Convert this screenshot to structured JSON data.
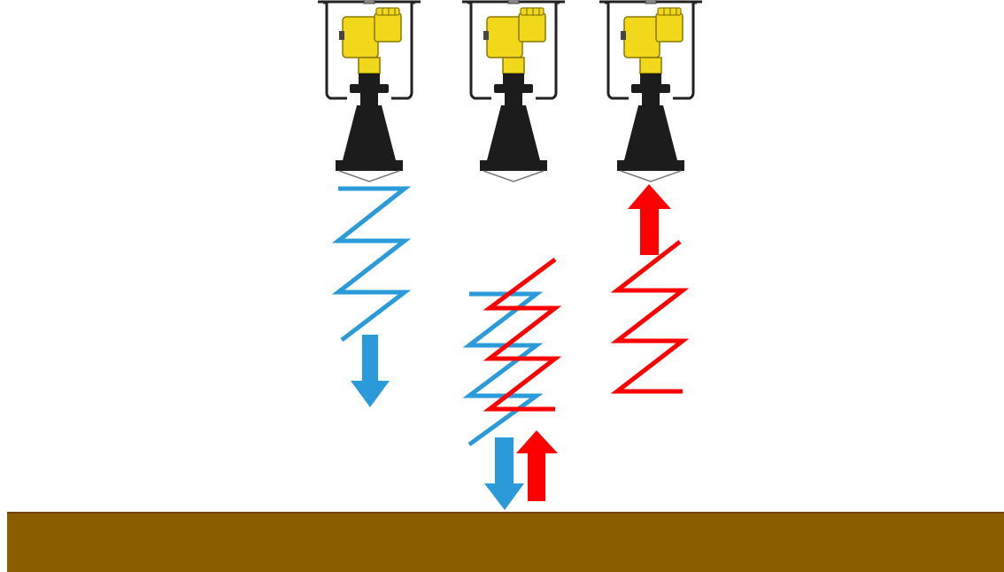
{
  "colors": {
    "transmit_wave": "#2a9ad8",
    "receive_wave": "#ff0000",
    "ground": "#8b5e00",
    "sensor_housing": "#f2d81a",
    "sensor_horn": "#1c1c1c",
    "bracket": "#222222"
  },
  "sensors": [
    {
      "name": "radar-level-sensor-transmitting",
      "signal": "transmit"
    },
    {
      "name": "radar-level-sensor-transmit-and-reflect",
      "signal": "transmit-and-reflect"
    },
    {
      "name": "radar-level-sensor-receiving",
      "signal": "receive"
    }
  ],
  "ground": {
    "name": "material-surface"
  }
}
